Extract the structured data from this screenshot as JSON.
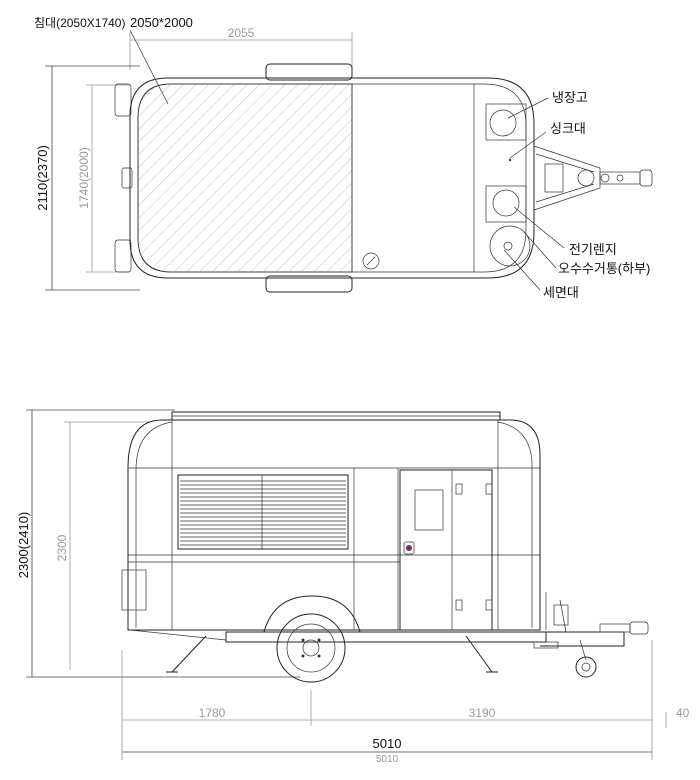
{
  "top_view": {
    "labels": {
      "bed": "침대(2050X1740)",
      "bed_size": "2050*2000",
      "fridge": "냉장고",
      "sink": "싱크대",
      "stove": "전기렌지",
      "waste_tank": "오수수거통(하부)",
      "washbasin": "세면대"
    },
    "dims": {
      "top_length": "2055",
      "width_outer": "2110(2370)",
      "width_inner": "1740(2000)"
    }
  },
  "side_view": {
    "dims": {
      "height_total": "2300(2410)",
      "height_body": "2300",
      "front_to_axle": "1780",
      "axle_to_hitch": "3190",
      "hitch_extra": "40",
      "total_length": "5010",
      "total_length_under": "5010"
    }
  }
}
